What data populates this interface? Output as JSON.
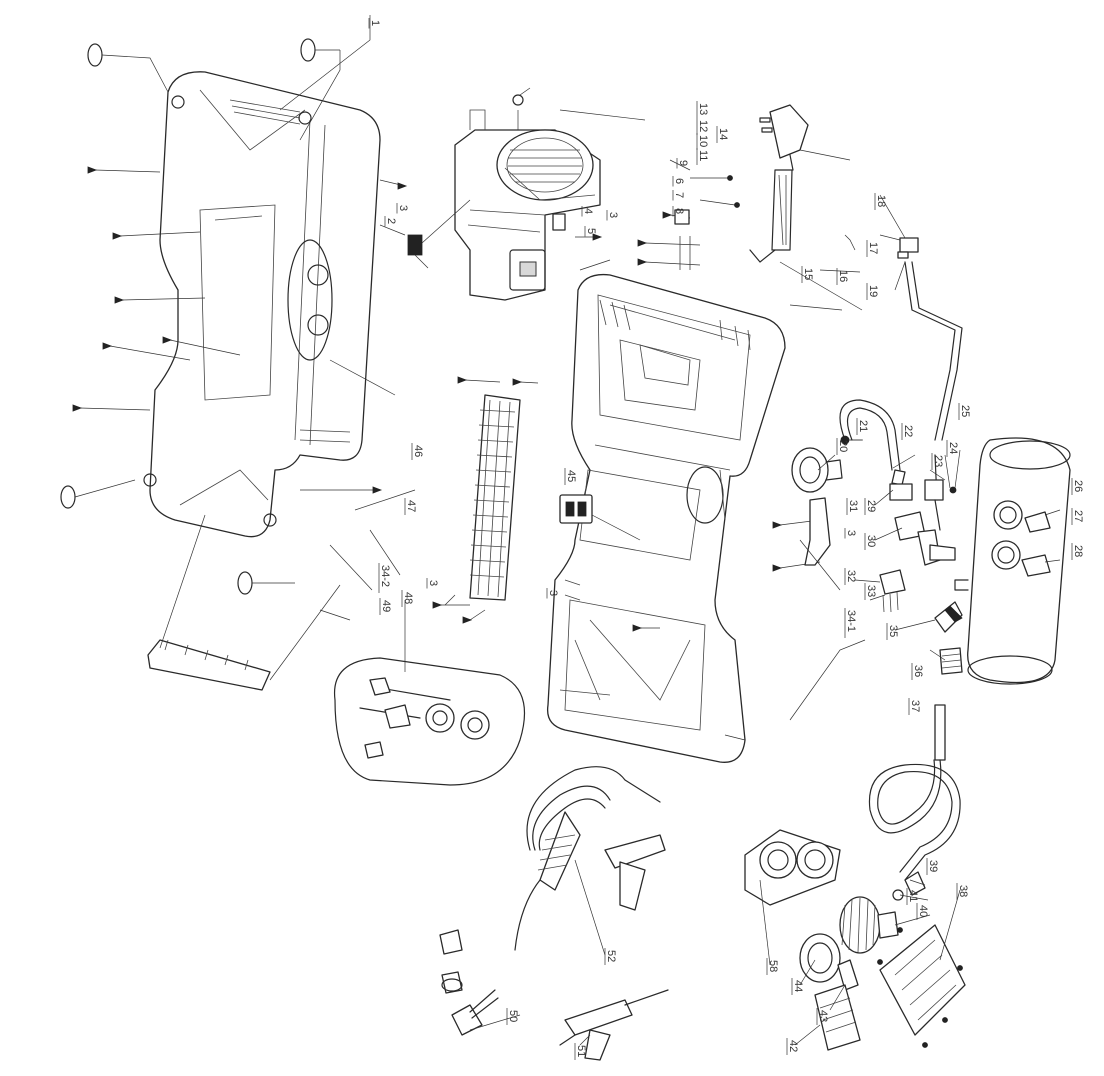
{
  "diagram": {
    "colors": {
      "line": "#2a2a2a",
      "background": "#ffffff",
      "callout": "#333333"
    },
    "callouts": [
      {
        "id": "c1",
        "text": "1"
      },
      {
        "id": "c2",
        "text": "2"
      },
      {
        "id": "c3a",
        "text": "3"
      },
      {
        "id": "c4",
        "text": "4"
      },
      {
        "id": "c5",
        "text": "5"
      },
      {
        "id": "c3b",
        "text": "3"
      },
      {
        "id": "c6",
        "text": "6"
      },
      {
        "id": "c7",
        "text": "7"
      },
      {
        "id": "c8",
        "text": "8"
      },
      {
        "id": "c9",
        "text": "9"
      },
      {
        "id": "c10",
        "text": "10"
      },
      {
        "id": "c11",
        "text": "11"
      },
      {
        "id": "c12",
        "text": "12"
      },
      {
        "id": "c13",
        "text": "13"
      },
      {
        "id": "c14",
        "text": "14"
      },
      {
        "id": "c15",
        "text": "15"
      },
      {
        "id": "c16",
        "text": "16"
      },
      {
        "id": "c17a",
        "text": "17"
      },
      {
        "id": "c18",
        "text": "18"
      },
      {
        "id": "c19",
        "text": "19"
      },
      {
        "id": "c20",
        "text": "20"
      },
      {
        "id": "c21",
        "text": "21"
      },
      {
        "id": "c22",
        "text": "22"
      },
      {
        "id": "c23",
        "text": "23"
      },
      {
        "id": "c24",
        "text": "24"
      },
      {
        "id": "c25",
        "text": "25"
      },
      {
        "id": "c26",
        "text": "26"
      },
      {
        "id": "c27",
        "text": "27"
      },
      {
        "id": "c28",
        "text": "28"
      },
      {
        "id": "c29",
        "text": "29"
      },
      {
        "id": "c30",
        "text": "30"
      },
      {
        "id": "c31",
        "text": "31"
      },
      {
        "id": "c3c",
        "text": "3"
      },
      {
        "id": "c32",
        "text": "32"
      },
      {
        "id": "c33",
        "text": "33"
      },
      {
        "id": "c34a",
        "text": "34-1"
      },
      {
        "id": "c35",
        "text": "35"
      },
      {
        "id": "c36",
        "text": "36"
      },
      {
        "id": "c37",
        "text": "37"
      },
      {
        "id": "c45",
        "text": "45"
      },
      {
        "id": "c3d",
        "text": "3"
      },
      {
        "id": "c3e",
        "text": "3"
      },
      {
        "id": "c46",
        "text": "46"
      },
      {
        "id": "c47",
        "text": "47"
      },
      {
        "id": "c34b",
        "text": "34-2"
      },
      {
        "id": "c49",
        "text": "49"
      },
      {
        "id": "c48",
        "text": "48"
      },
      {
        "id": "c38",
        "text": "38"
      },
      {
        "id": "c39",
        "text": "39"
      },
      {
        "id": "c40",
        "text": "40"
      },
      {
        "id": "c41",
        "text": "41"
      },
      {
        "id": "c58",
        "text": "58"
      },
      {
        "id": "c44",
        "text": "44"
      },
      {
        "id": "c43",
        "text": "43"
      },
      {
        "id": "c42",
        "text": "42"
      },
      {
        "id": "c50",
        "text": "50"
      },
      {
        "id": "c51",
        "text": "51"
      },
      {
        "id": "c52",
        "text": "52"
      }
    ]
  }
}
